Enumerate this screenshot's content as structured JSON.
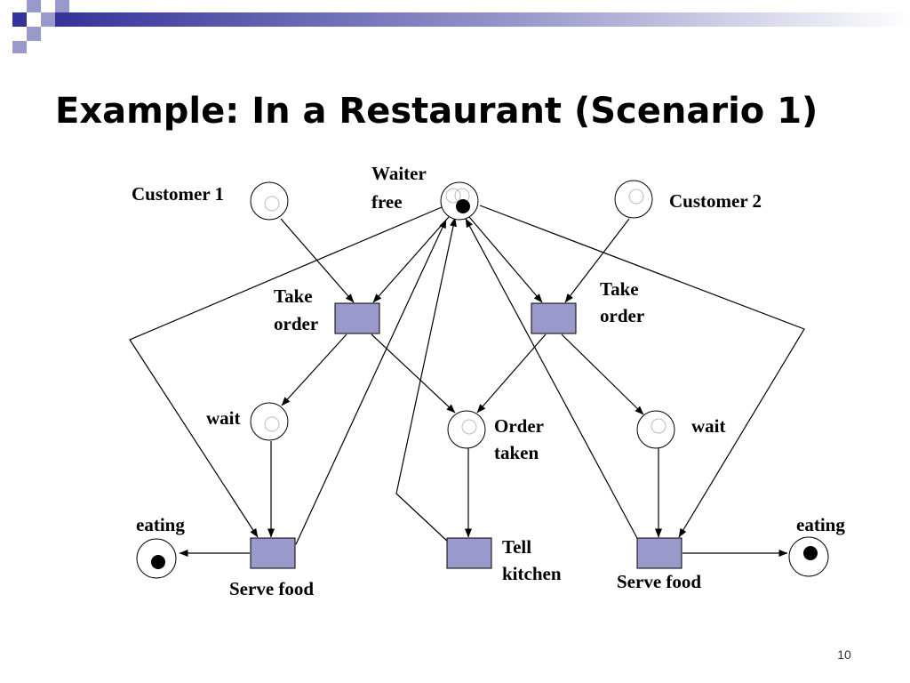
{
  "slide": {
    "title": "Example: In a Restaurant (Scenario 1)",
    "page_number": "10"
  },
  "header_decoration": {
    "dark_color": "#333399",
    "light_color": "#9999cc",
    "gradient_end": "#ffffff"
  },
  "colors": {
    "transition_fill": "#9999cc",
    "token": "#000000"
  },
  "places": {
    "customer1": {
      "label": "Customer 1",
      "tokens": 0
    },
    "waiter_free": {
      "label_line1": "Waiter",
      "label_line2": "free",
      "tokens": 1
    },
    "customer2": {
      "label": "Customer 2",
      "tokens": 0
    },
    "wait_left": {
      "label": "wait",
      "tokens": 0
    },
    "order_taken": {
      "label_line1": "Order",
      "label_line2": "taken",
      "tokens": 0
    },
    "wait_right": {
      "label": "wait",
      "tokens": 0
    },
    "eating_left": {
      "label": "eating",
      "tokens": 1
    },
    "eating_right": {
      "label": "eating",
      "tokens": 1
    }
  },
  "transitions": {
    "take_order_left": {
      "label_line1": "Take",
      "label_line2": "order"
    },
    "take_order_right": {
      "label_line1": "Take",
      "label_line2": "order"
    },
    "serve_food_left": {
      "label": "Serve food"
    },
    "tell_kitchen": {
      "label_line1": "Tell",
      "label_line2": "kitchen"
    },
    "serve_food_right": {
      "label": "Serve food"
    }
  }
}
